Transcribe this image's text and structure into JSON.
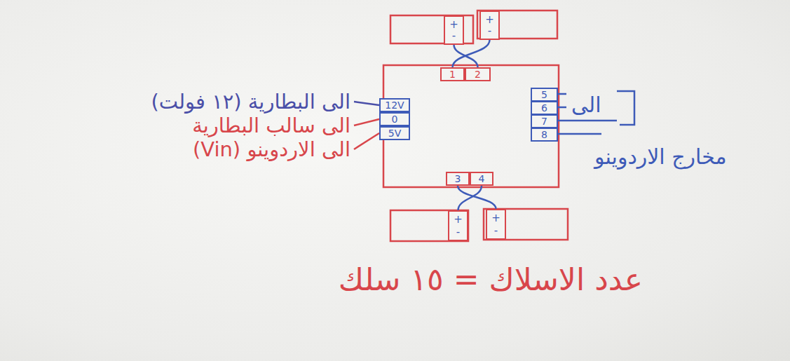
{
  "diagram": {
    "nodes": [
      {
        "text": [
          "+",
          "-"
        ]
      },
      {
        "text": [
          "+",
          "-"
        ]
      },
      {
        "text": [
          "1"
        ]
      },
      {
        "text": [
          "2"
        ]
      },
      {
        "text": [
          "12V"
        ]
      },
      {
        "text": [
          "0"
        ]
      },
      {
        "text": [
          "5V"
        ]
      },
      {
        "text": [
          "5"
        ]
      },
      {
        "text": [
          "6"
        ]
      },
      {
        "text": [
          "7"
        ]
      },
      {
        "text": [
          "8"
        ]
      },
      {
        "text": [
          "3"
        ]
      },
      {
        "text": [
          "4"
        ]
      },
      {
        "text": [
          "+",
          "-"
        ]
      },
      {
        "text": [
          "+",
          "-"
        ]
      }
    ],
    "edges": [
      {
        "from": 2,
        "to": 1,
        "arrow": "none"
      },
      {
        "from": 3,
        "to": 0,
        "arrow": "none"
      },
      {
        "from": 11,
        "to": 14,
        "arrow": "none"
      },
      {
        "from": 12,
        "to": 13,
        "arrow": "none"
      }
    ],
    "labels": [
      "الى البطارية (١٢ فولت)",
      "الى سالب البطارية",
      "الى الاردوينو (Vin)",
      "الى",
      "مخارج الاردوينو",
      "عدد الاسلاك = ١٥ سلك"
    ]
  }
}
